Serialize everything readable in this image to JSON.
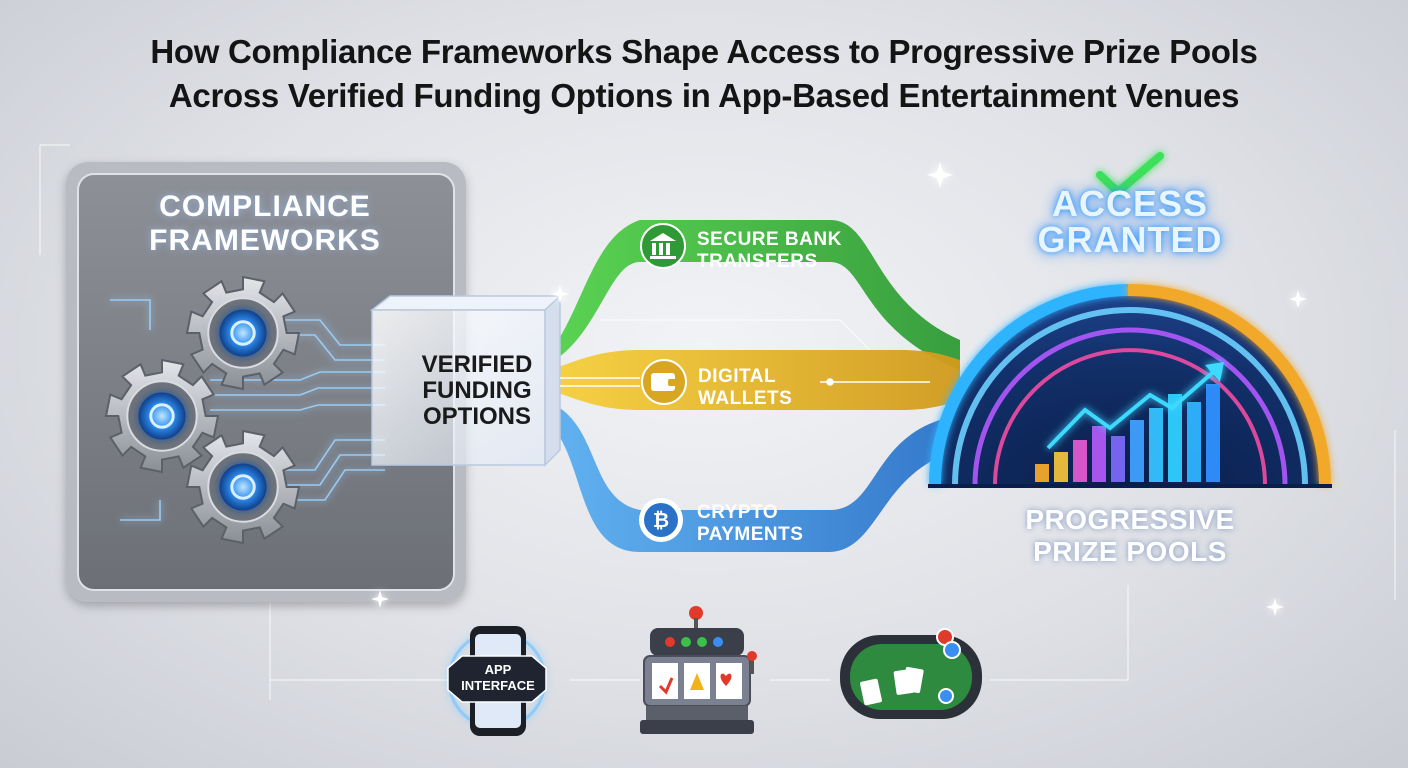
{
  "title": {
    "line1": "How Compliance Frameworks Shape Access to Progressive Prize Pools",
    "line2": "Across Verified Funding Options in App-Based Entertainment Venues"
  },
  "compliance_panel": {
    "line1": "COMPLIANCE",
    "line2": "FRAMEWORKS",
    "icons": [
      "gear-icon",
      "gear-icon",
      "gear-icon"
    ]
  },
  "verified_box": {
    "line1": "VERIFIED",
    "line2": "FUNDING",
    "line3": "OPTIONS"
  },
  "routes": [
    {
      "line1": "SECURE BANK",
      "line2": "TRANSFERS",
      "icon": "bank-icon",
      "color": "#3cb83a"
    },
    {
      "line1": "DIGITAL",
      "line2": "WALLETS",
      "icon": "wallet-icon",
      "color": "#e2b325"
    },
    {
      "line1": "CRYPTO",
      "line2": "PAYMENTS",
      "icon": "bitcoin-icon",
      "color": "#3b8fe0"
    }
  ],
  "access": {
    "line1": "ACCESS",
    "line2": "GRANTED",
    "icon": "checkmark-icon",
    "color": "#3de05a"
  },
  "prize": {
    "line1": "PROGRESSIVE",
    "line2": "PRIZE POOLS"
  },
  "venues": {
    "app_line1": "APP",
    "app_line2": "INTERFACE",
    "icons": [
      "smartphone-icon",
      "slot-machine-icon",
      "poker-table-icon"
    ]
  }
}
